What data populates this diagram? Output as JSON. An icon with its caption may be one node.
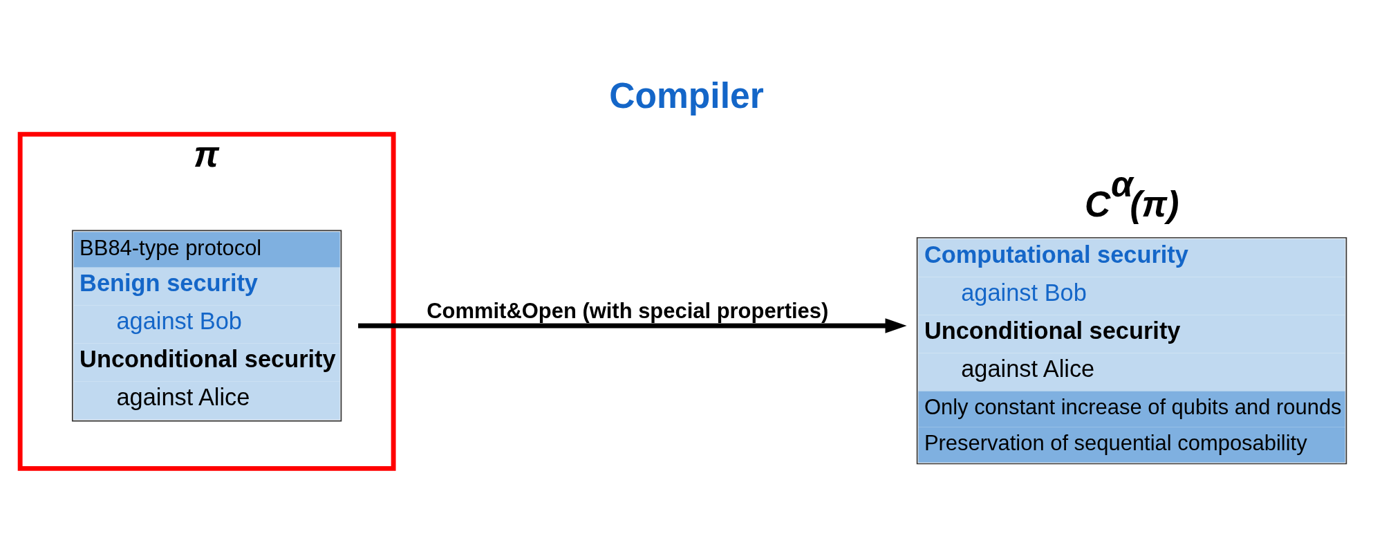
{
  "diagram": {
    "title": "Compiler",
    "nodes": [
      {
        "text": [
          "π"
        ]
      },
      {
        "text": [
          "BB84-type protocol",
          "Benign security",
          "against Bob",
          "Unconditional security",
          "against Alice"
        ],
        "in": 0
      },
      {
        "text": [
          "C$^{α}$(π)",
          "Computational security",
          "against Bob",
          "Unconditional security",
          "against Alice",
          "Only constant increase of qubits and rounds",
          "Preservation of sequential composability"
        ]
      }
    ],
    "edges": [
      {
        "from": 1,
        "to": 2,
        "arrow": "to",
        "label": "Commit&Open (with special properties)"
      }
    ]
  }
}
